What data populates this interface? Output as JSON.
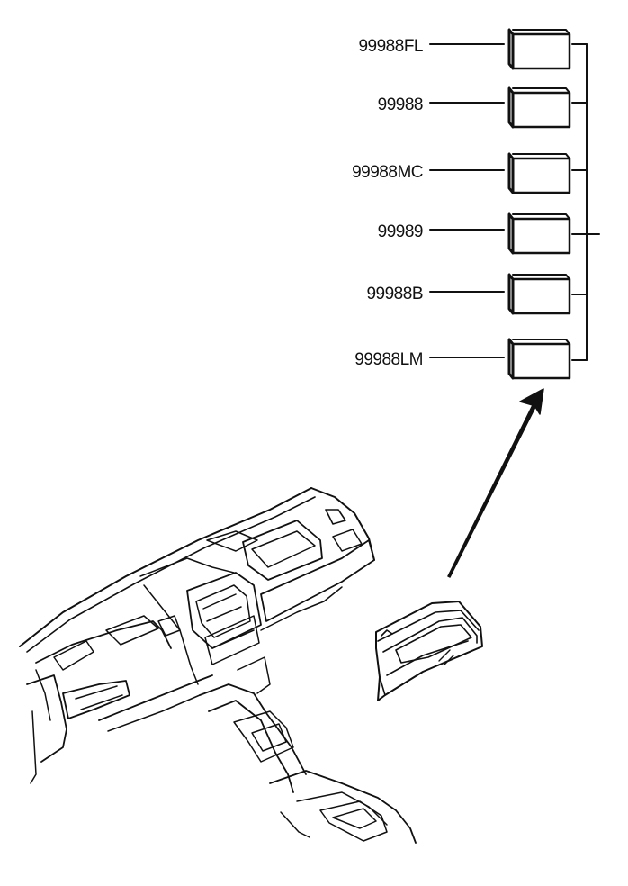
{
  "parts": [
    {
      "code": "99988FL"
    },
    {
      "code": "99988"
    },
    {
      "code": "99988MC"
    },
    {
      "code": "99989"
    },
    {
      "code": "99988B"
    },
    {
      "code": "99988LM"
    }
  ],
  "colors": {
    "line": "#111111",
    "background": "#ffffff"
  }
}
